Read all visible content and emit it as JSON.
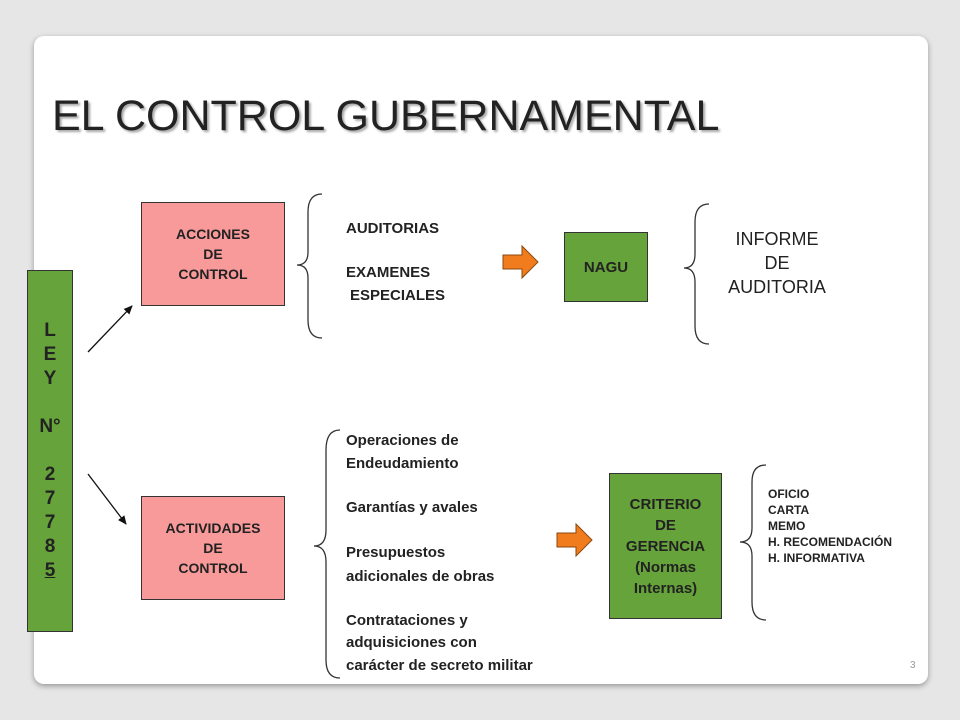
{
  "title": "EL CONTROL GUBERNAMENTAL",
  "ley_box": {
    "lines": [
      "L",
      "E",
      "Y",
      "",
      "N°",
      "",
      "2",
      "7",
      "7",
      "8",
      "5"
    ]
  },
  "acciones_box": {
    "lines": [
      "ACCIONES",
      "DE",
      "CONTROL"
    ]
  },
  "actividades_box": {
    "lines": [
      "ACTIVIDADES",
      "DE",
      "CONTROL"
    ]
  },
  "acciones_items": {
    "auditorias": "AUDITORIAS",
    "examenes": "EXAMENES",
    "especiales": "ESPECIALES"
  },
  "nagu_box": {
    "label": "NAGU"
  },
  "informe": {
    "lines": [
      "INFORME",
      "DE",
      "AUDITORIA"
    ]
  },
  "actividades_items": [
    "Operaciones de",
    "Endeudamiento",
    "",
    "Garantías y avales",
    "",
    "Presupuestos",
    "adicionales de obras",
    "",
    "Contrataciones y",
    "adquisiciones con",
    "carácter de secreto militar"
  ],
  "criterio_box": {
    "lines": [
      "CRITERIO",
      "DE",
      "GERENCIA",
      "(Normas",
      "Internas)"
    ]
  },
  "documentos": [
    "OFICIO",
    "CARTA",
    "MEMO",
    "H. RECOMENDACIÓN",
    "H. INFORMATIVA"
  ],
  "page_number": "3",
  "colors": {
    "pink": "#f99a9a",
    "green": "#66a33a",
    "arrow": "#f07c1e"
  }
}
